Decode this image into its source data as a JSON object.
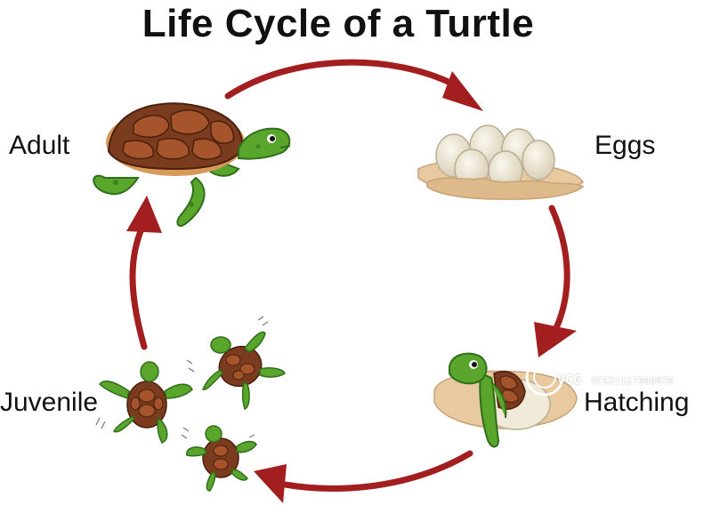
{
  "title": "Life Cycle of a Turtle",
  "stages": {
    "adult": "Adult",
    "eggs": "Eggs",
    "hatching": "Hatching",
    "juvenile": "Juvenile"
  },
  "watermark": {
    "logo_text": "VCG",
    "id_text": "VCG21127900878"
  },
  "colors": {
    "arrow": "#a31f1f",
    "shell_brown": "#7a3b1e",
    "shell_light": "#a5542c",
    "skin_green": "#5aa52b",
    "skin_dark": "#2f6e1a",
    "sand": "#e8c9a0",
    "egg": "#f1ead8"
  }
}
